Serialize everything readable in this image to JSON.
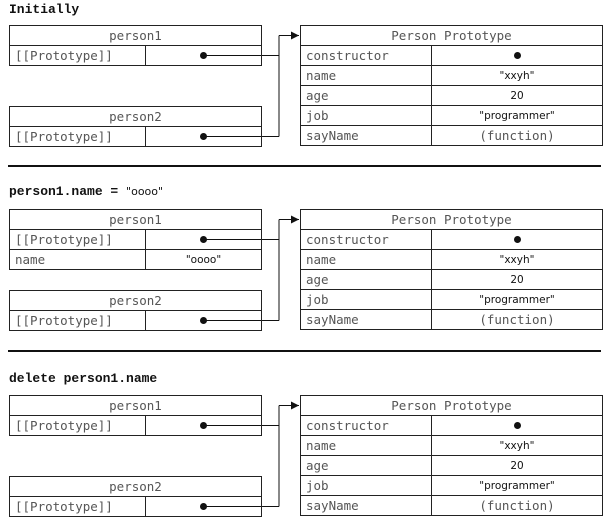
{
  "sections": [
    {
      "heading": "Initially",
      "heading_value": "",
      "person1": {
        "title": "person1",
        "rows": [
          {
            "key": "[[Prototype]]",
            "value": "dot"
          }
        ]
      },
      "person2": {
        "title": "person2",
        "rows": [
          {
            "key": "[[Prototype]]",
            "value": "dot"
          }
        ]
      },
      "prototype": {
        "title": "Person Prototype",
        "rows": [
          {
            "key": "constructor",
            "value": "dot"
          },
          {
            "key": "name",
            "value": "\"xxyh\""
          },
          {
            "key": "age",
            "value": "20"
          },
          {
            "key": "job",
            "value": "\"programmer\""
          },
          {
            "key": "sayName",
            "value": "(function)"
          }
        ]
      }
    },
    {
      "heading": "person1.name = ",
      "heading_value": "\"oooo\"",
      "person1": {
        "title": "person1",
        "rows": [
          {
            "key": "[[Prototype]]",
            "value": "dot"
          },
          {
            "key": "name",
            "value": "\"oooo\""
          }
        ]
      },
      "person2": {
        "title": "person2",
        "rows": [
          {
            "key": "[[Prototype]]",
            "value": "dot"
          }
        ]
      },
      "prototype": {
        "title": "Person Prototype",
        "rows": [
          {
            "key": "constructor",
            "value": "dot"
          },
          {
            "key": "name",
            "value": "\"xxyh\""
          },
          {
            "key": "age",
            "value": "20"
          },
          {
            "key": "job",
            "value": "\"programmer\""
          },
          {
            "key": "sayName",
            "value": "(function)"
          }
        ]
      }
    },
    {
      "heading": "delete person1.name",
      "heading_value": "",
      "person1": {
        "title": "person1",
        "rows": [
          {
            "key": "[[Prototype]]",
            "value": "dot"
          }
        ]
      },
      "person2": {
        "title": "person2",
        "rows": [
          {
            "key": "[[Prototype]]",
            "value": "dot"
          }
        ]
      },
      "prototype": {
        "title": "Person Prototype",
        "rows": [
          {
            "key": "constructor",
            "value": "dot"
          },
          {
            "key": "name",
            "value": "\"xxyh\""
          },
          {
            "key": "age",
            "value": "20"
          },
          {
            "key": "job",
            "value": "\"programmer\""
          },
          {
            "key": "sayName",
            "value": "(function)"
          }
        ]
      }
    }
  ]
}
